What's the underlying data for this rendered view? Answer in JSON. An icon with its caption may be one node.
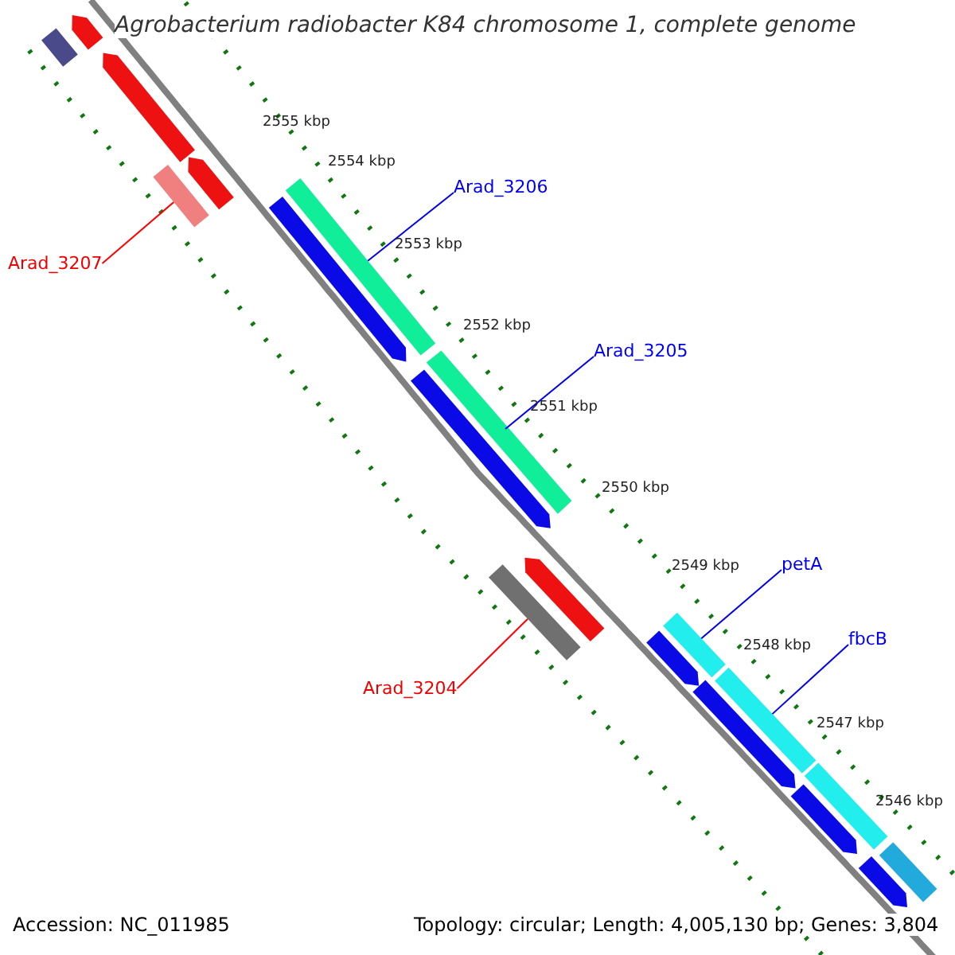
{
  "diagram": {
    "title": "Agrobacterium radiobacter K84 chromosome 1, complete genome",
    "nodes": [
      {
        "text": [
          "Arad_3206"
        ]
      },
      {
        "text": [
          "Arad_3207"
        ]
      },
      {
        "text": [
          "Arad_3205"
        ]
      },
      {
        "text": [
          "petA"
        ]
      },
      {
        "text": [
          "Arad_3204"
        ]
      },
      {
        "text": [
          "fbcB"
        ]
      },
      {
        "text": [],
        "shape": "bar"
      },
      {
        "text": [],
        "shape": "bar"
      },
      {
        "text": [],
        "shape": "bar"
      },
      {
        "text": [],
        "shape": "bar"
      },
      {
        "text": [],
        "shape": "bar"
      },
      {
        "text": [],
        "shape": "bar"
      },
      {
        "text": [],
        "shape": "arrow"
      },
      {
        "text": [],
        "shape": "arrow"
      },
      {
        "text": [],
        "shape": "arrow"
      },
      {
        "text": [],
        "shape": "arrow"
      },
      {
        "text": [],
        "shape": "arrow"
      },
      {
        "text": [],
        "shape": "arrow"
      },
      {
        "text": [],
        "shape": "bar"
      },
      {
        "text": [],
        "shape": "bar"
      },
      {
        "text": [],
        "shape": "arrow"
      },
      {
        "text": [],
        "shape": "arrow"
      },
      {
        "text": [],
        "shape": "arrow"
      },
      {
        "text": [],
        "shape": "arrow"
      },
      {
        "text": [],
        "shape": "bar"
      }
    ],
    "edges": [
      {
        "from": 0,
        "to": 6,
        "arrow": "none"
      },
      {
        "from": 1,
        "to": 7,
        "arrow": "none",
        "color": "#ff0000"
      },
      {
        "from": 2,
        "to": 8,
        "arrow": "none"
      },
      {
        "from": 3,
        "to": 9,
        "arrow": "none"
      },
      {
        "from": 4,
        "to": 10,
        "arrow": "none",
        "color": "#ff0000"
      },
      {
        "from": 5,
        "to": 11,
        "arrow": "none"
      }
    ],
    "labels": [
      "2555 kbp",
      "2554 kbp",
      "2553 kbp",
      "2552 kbp",
      "2551 kbp",
      "2550 kbp",
      "2549 kbp",
      "2548 kbp",
      "2547 kbp",
      "2546 kbp",
      "Accession: NC_011985",
      "Topology: circular; Length: 4,005,130 bp; Genes: 3,804"
    ]
  }
}
